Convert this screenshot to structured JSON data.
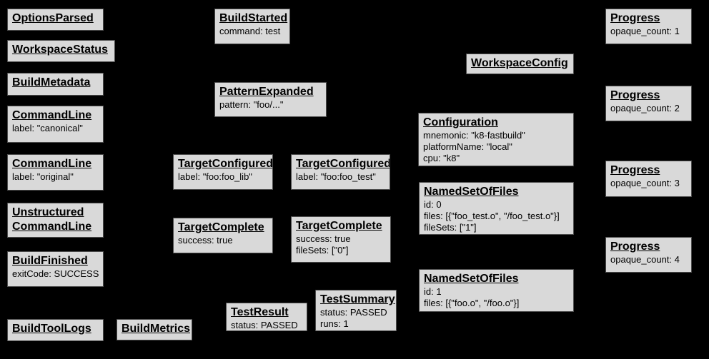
{
  "diagram": {
    "description": "Build event protocol event graph",
    "background": "#000000",
    "node_fill": "#d9d9d9",
    "node_border": "#4d4d4d",
    "text_color": "#000000"
  },
  "nodes": [
    {
      "title": "OptionsParsed",
      "lines": []
    },
    {
      "title": "WorkspaceStatus",
      "lines": []
    },
    {
      "title": "BuildMetadata",
      "lines": []
    },
    {
      "title": "CommandLine",
      "lines": [
        "label: \"canonical\""
      ]
    },
    {
      "title": "CommandLine",
      "lines": [
        "label: \"original\""
      ]
    },
    {
      "title": "Unstructured\nCommandLine",
      "lines": []
    },
    {
      "title": "BuildFinished",
      "lines": [
        "exitCode: SUCCESS"
      ]
    },
    {
      "title": "BuildToolLogs",
      "lines": []
    },
    {
      "title": "BuildMetrics",
      "lines": []
    },
    {
      "title": "BuildStarted",
      "lines": [
        "command: test"
      ]
    },
    {
      "title": "PatternExpanded",
      "lines": [
        "pattern: \"foo/...\""
      ]
    },
    {
      "title": "TargetConfigured",
      "lines": [
        "label: \"foo:foo_lib\""
      ]
    },
    {
      "title": "TargetConfigured",
      "lines": [
        "label: \"foo:foo_test\""
      ]
    },
    {
      "title": "TargetComplete",
      "lines": [
        "success: true"
      ]
    },
    {
      "title": "TargetComplete",
      "lines": [
        "success: true",
        "fileSets: [\"0\"]"
      ]
    },
    {
      "title": "TestResult",
      "lines": [
        "status: PASSED"
      ]
    },
    {
      "title": "TestSummary",
      "lines": [
        "status: PASSED",
        "runs: 1"
      ]
    },
    {
      "title": "WorkspaceConfig",
      "lines": []
    },
    {
      "title": "Configuration",
      "lines": [
        "mnemonic: \"k8-fastbuild\"",
        "platformName: \"local\"",
        "cpu: \"k8\""
      ]
    },
    {
      "title": "NamedSetOfFiles",
      "lines": [
        "id: 0",
        "files: [{\"foo_test.o\", \"/foo_test.o\"}]",
        "fileSets: [\"1\"]"
      ]
    },
    {
      "title": "NamedSetOfFiles",
      "lines": [
        "id: 1",
        "files: [{\"foo.o\", \"/foo.o\"}]"
      ]
    },
    {
      "title": "Progress",
      "lines": [
        "opaque_count: 1"
      ]
    },
    {
      "title": "Progress",
      "lines": [
        "opaque_count: 2"
      ]
    },
    {
      "title": "Progress",
      "lines": [
        "opaque_count: 3"
      ]
    },
    {
      "title": "Progress",
      "lines": [
        "opaque_count: 4"
      ]
    }
  ]
}
